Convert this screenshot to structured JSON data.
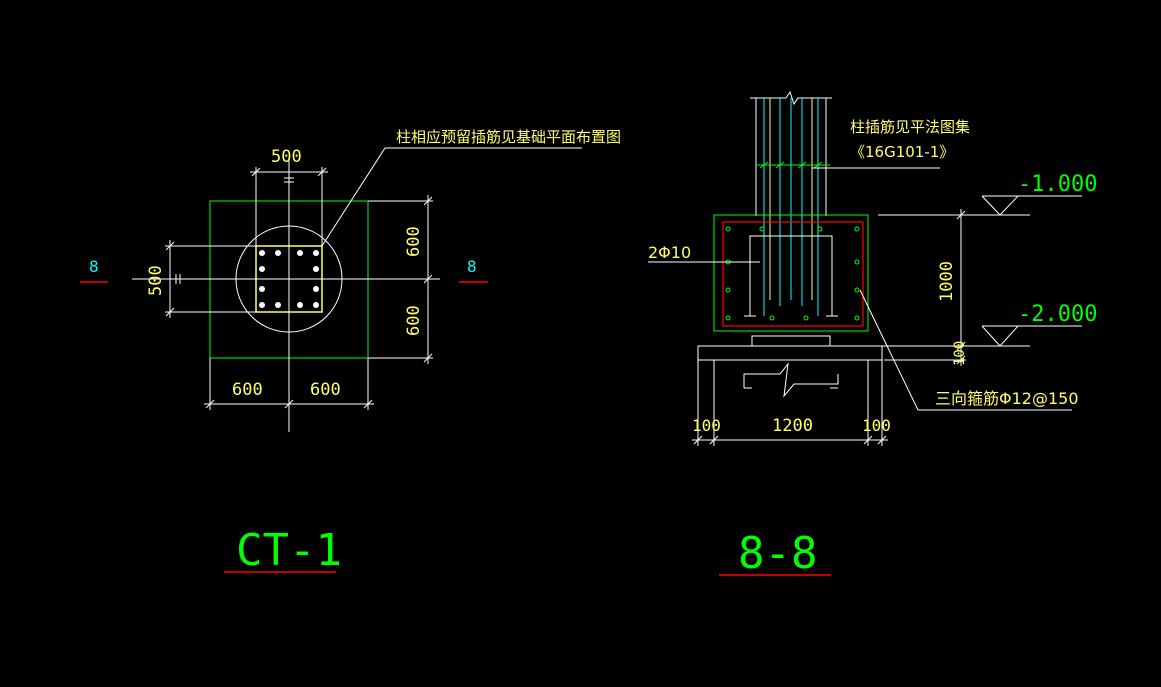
{
  "colors": {
    "background": "#000000",
    "outline_green": "#00ff00",
    "line_white": "#ffffff",
    "dim_yellow": "#ffff00",
    "text_yellow": "#ffff66",
    "section_cyan": "#00ffff",
    "accent_red": "#ff0000",
    "rebar_white": "#ffffff",
    "stirrup_yellow": "#ffff66"
  },
  "plan_view": {
    "note": "柱相应预留插筋见基础平面布置图",
    "dim_top": "500",
    "dim_left": "500",
    "dim_right_upper": "600",
    "dim_right_lower": "600",
    "dim_bottom_left": "600",
    "dim_bottom_right": "600",
    "section_mark_left": "8",
    "section_mark_right": "8",
    "title": "CT-1"
  },
  "section_view": {
    "note_line1": "柱插筋见平法图集",
    "note_line2": "《16G101-1》",
    "level_top": "-1.000",
    "level_bottom": "-2.000",
    "rebar_label": "2Φ10",
    "stirrup_label": "三向箍筋Φ12@150",
    "dim_height": "1000",
    "dim_bed": "100",
    "dim_bottom_left": "100",
    "dim_bottom_mid": "1200",
    "dim_bottom_right": "100",
    "title": "8-8"
  }
}
